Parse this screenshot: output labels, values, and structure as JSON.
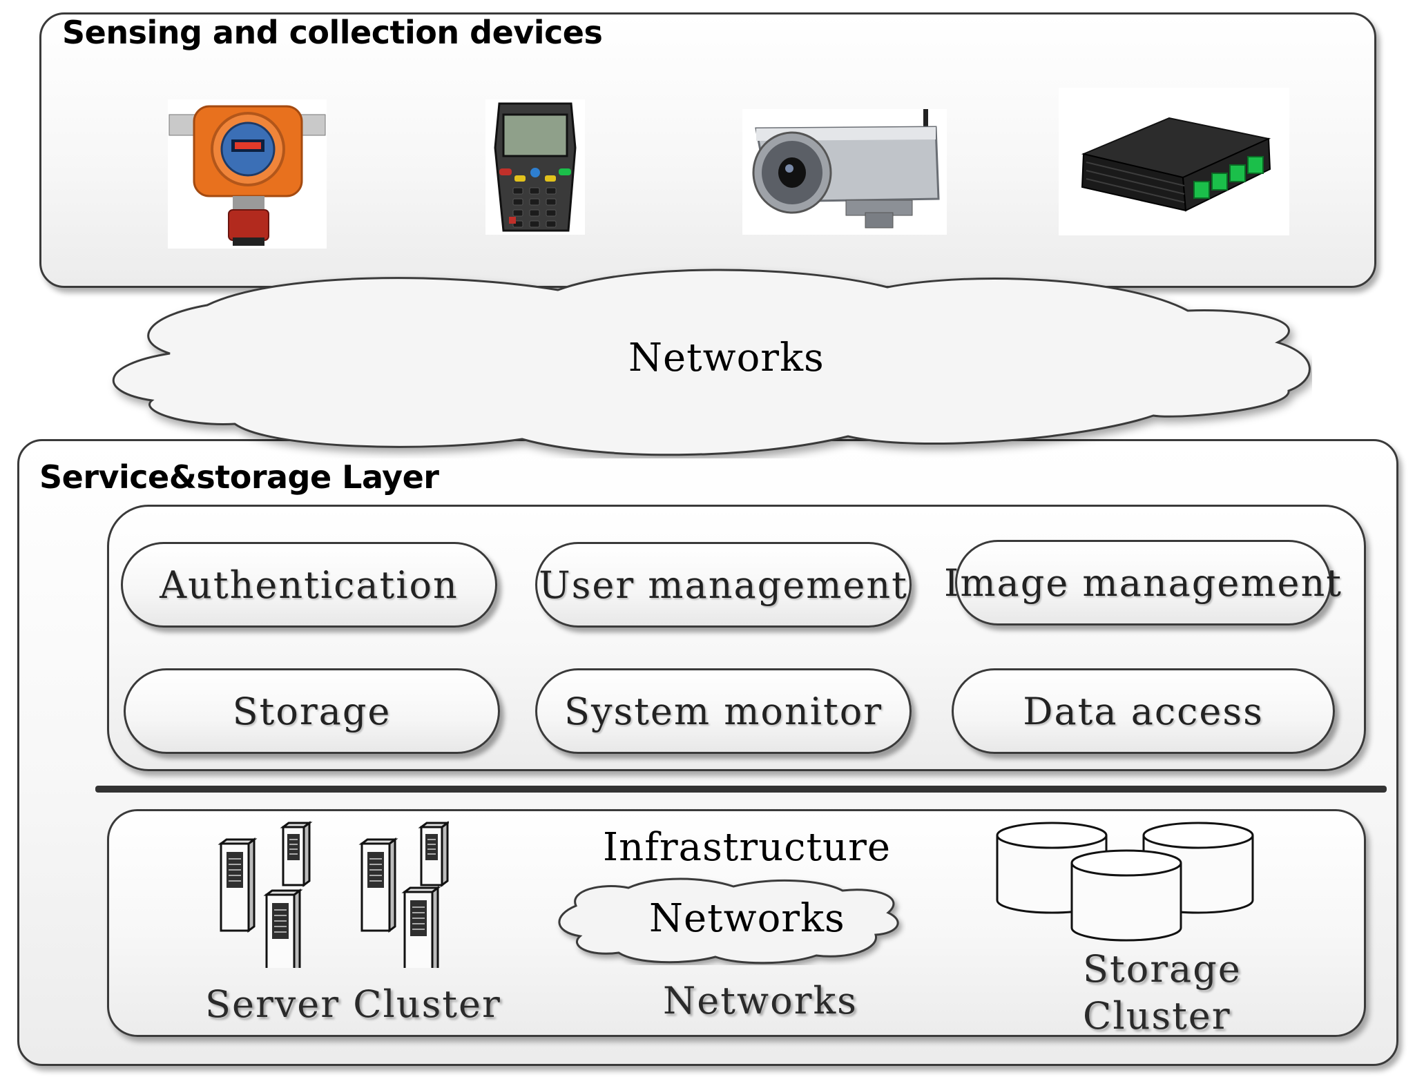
{
  "sensing": {
    "title": "Sensing and collection devices",
    "devices": [
      {
        "name": "gas-detector-icon"
      },
      {
        "name": "handheld-terminal-icon"
      },
      {
        "name": "surveillance-camera-icon"
      },
      {
        "name": "data-collector-box-icon"
      }
    ]
  },
  "network_cloud": {
    "label": "Networks"
  },
  "service": {
    "title": "Service&storage Layer",
    "modules": [
      "Authentication",
      "User management",
      "Image management",
      "Storage",
      "System monitor",
      "Data access"
    ]
  },
  "infrastructure": {
    "title": "Infrastructure",
    "cloud_label": "Networks",
    "server_caption": "Server Cluster",
    "network_caption": "Networks",
    "storage_caption_line1": "Storage",
    "storage_caption_line2": "Cluster"
  },
  "colors": {
    "border": "#3a3a3a",
    "camera_body": "#b8bcc2",
    "detector_orange": "#e8711e",
    "terminal_green": "#1bbf4a"
  }
}
